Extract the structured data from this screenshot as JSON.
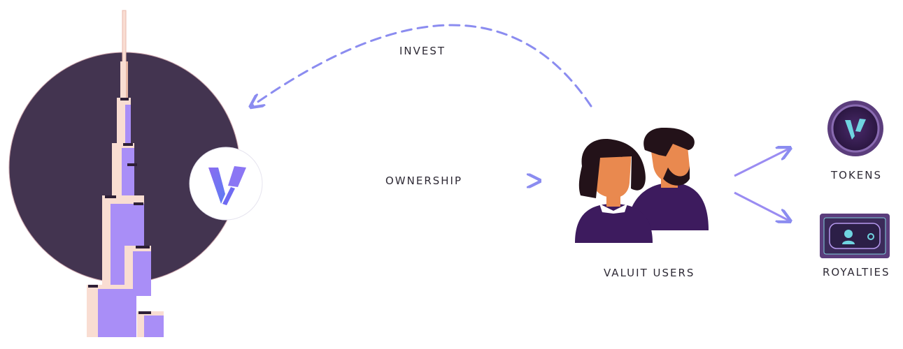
{
  "labels": {
    "invest": "INVEST",
    "ownership": "OWNERSHIP",
    "users": "VALUIT USERS",
    "tokens": "TOKENS",
    "royalties": "ROYALTIES"
  },
  "colors": {
    "circle": "#433450",
    "tower_light": "#f9ddd2",
    "tower_purple": "#a98ef7",
    "arrow": "#8b8cf0",
    "user_shirt": "#3d1b5e",
    "skin": "#e9894f",
    "hair": "#231219"
  },
  "icons": {
    "tower": "tower-icon",
    "logo": "valuit-logo-icon",
    "users": "users-icon",
    "token": "token-coin-icon",
    "royalties": "banknote-icon"
  }
}
